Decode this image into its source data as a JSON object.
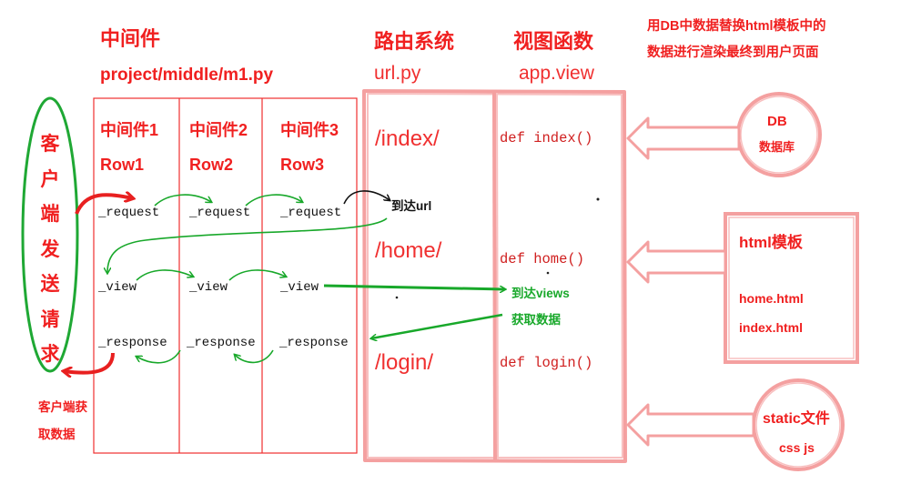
{
  "middleware": {
    "title": "中间件",
    "path": "project/middle/m1.py",
    "columns": [
      {
        "name": "中间件1",
        "row": "Row1"
      },
      {
        "name": "中间件2",
        "row": "Row2"
      },
      {
        "name": "中间件3",
        "row": "Row3"
      }
    ],
    "request_label": "_request",
    "view_label": "_view",
    "response_label": "_response"
  },
  "router": {
    "title": "路由系统",
    "file": "url.py",
    "routes": [
      "/index/",
      "/home/",
      "/login/"
    ]
  },
  "views": {
    "title": "视图函数",
    "file": "app.view",
    "functions": [
      "def index()",
      "def home()",
      "def login()"
    ]
  },
  "render_note": {
    "line1": "用DB中数据替换html模板中的",
    "line2": "数据进行渲染最终到用户页面"
  },
  "client": {
    "vertical_chars": [
      "客",
      "户",
      "端",
      "发",
      "送",
      "请",
      "求"
    ],
    "receive_line1": "客户端获",
    "receive_line2": "取数据"
  },
  "annotations": {
    "reach_url": "到达url",
    "reach_views": "到达views",
    "fetch_data": "获取数据"
  },
  "db": {
    "title": "DB",
    "subtitle": "数据库"
  },
  "templates": {
    "title": "html模板",
    "files": [
      "home.html",
      "index.html"
    ]
  },
  "static": {
    "title": "static文件",
    "subtitle": "css js"
  },
  "colors": {
    "red": "#f02020",
    "pink": "#f4a0a0",
    "green": "#18a82a",
    "black": "#111111"
  }
}
